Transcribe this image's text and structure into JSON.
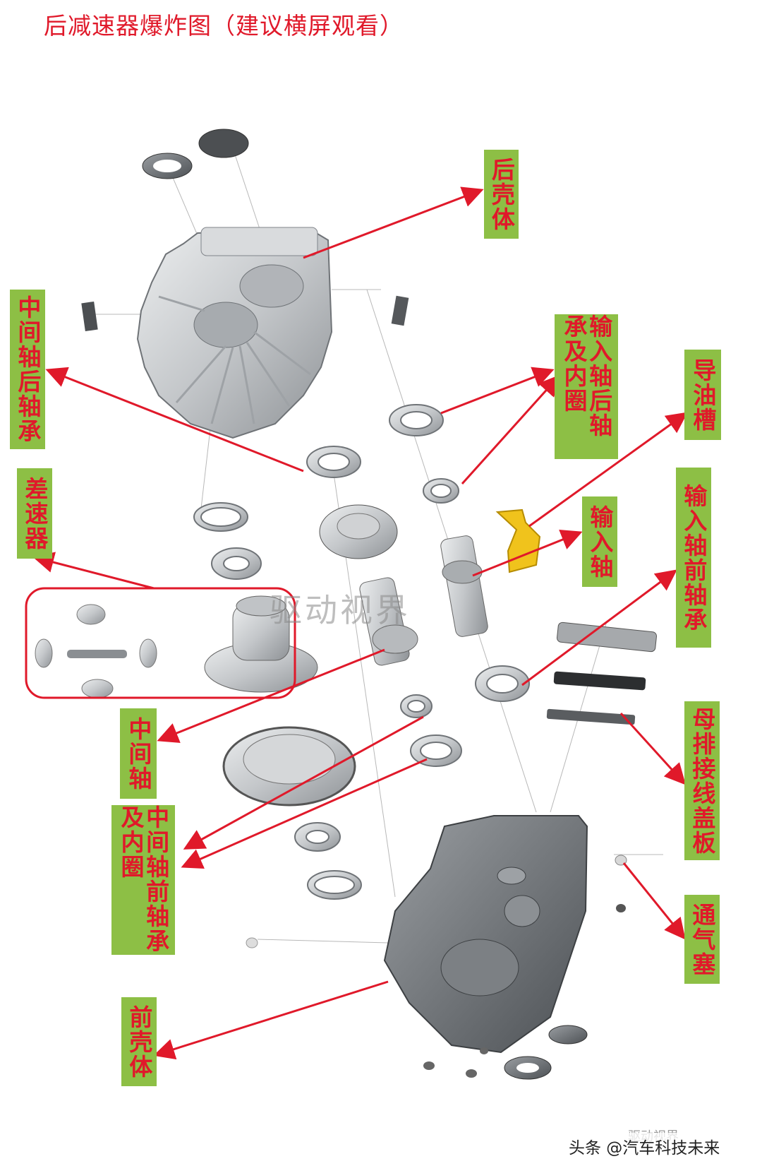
{
  "title": "后减速器爆炸图（建议横屏观看）",
  "labels": {
    "rear_housing": "后壳体",
    "countershaft_rear_bearing": "中间轴后轴承",
    "input_shaft_rear_bearing": "输入轴后轴承及内圈",
    "oil_guide": "导油槽",
    "differential": "差速器",
    "input_shaft": "输入轴",
    "input_shaft_front_bearing": "输入轴前轴承",
    "countershaft": "中间轴",
    "countershaft_front_bearing": "中间轴前轴承及内圈",
    "busbar_cover": "母排接线盖板",
    "breather": "通气塞",
    "front_housing": "前壳体"
  },
  "watermark": "驱动视界",
  "brand": "驱动视界",
  "credit": "头条 @汽车科技未来",
  "colors": {
    "label_bg": "#8dbf45",
    "label_text": "#e0192a",
    "arrow": "#e0192a",
    "part_metal": "#c8cacc"
  }
}
